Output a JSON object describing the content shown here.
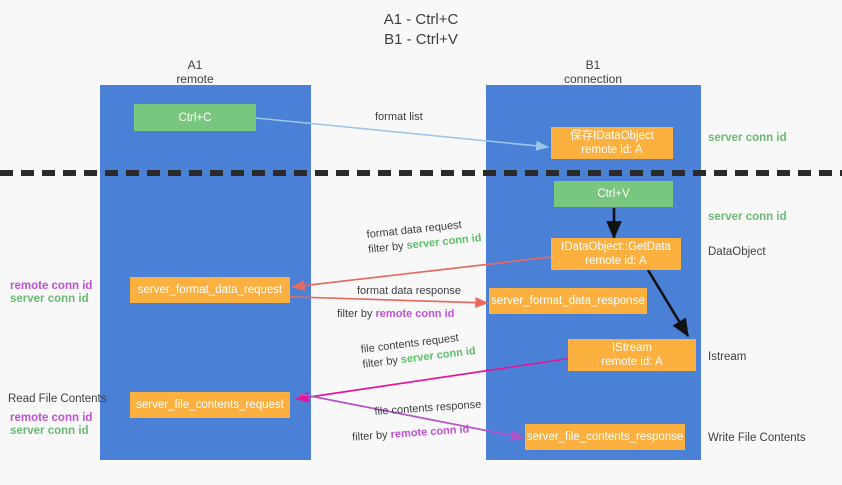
{
  "diagram": {
    "title": "A1 - Ctrl+C\nB1 - Ctrl+V",
    "colors": {
      "lane": "#4a80d6",
      "node_green": "#79c67f",
      "node_orange": "#fbb040",
      "server_conn_id": "#5bbf6a",
      "remote_conn_id": "#c050d8",
      "arrow_blue": "#9cc6ea",
      "arrow_red": "#e8695e",
      "arrow_magenta": "#e2179b",
      "arrow_purple": "#b452c8",
      "arrow_black": "#111111",
      "divider": "#2b2b2b"
    },
    "columns": [
      {
        "name": "col-a1",
        "label": "A1\nremote"
      },
      {
        "name": "col-b1",
        "label": "B1\nconnection"
      }
    ],
    "nodes": [
      {
        "name": "node-ctrl-c",
        "label": "Ctrl+C"
      },
      {
        "name": "node-idataobject-remote",
        "label": "保存IDataObject\nremote id: A"
      },
      {
        "name": "node-ctrl-v",
        "label": "Ctrl+V"
      },
      {
        "name": "node-idataobject-getdata",
        "label": "IDataObject::GetData\nremote id: A"
      },
      {
        "name": "node-server-format-data-request",
        "label": "server_format_data_request"
      },
      {
        "name": "node-server-format-data-response",
        "label": "server_format_data_response"
      },
      {
        "name": "node-istream-remote",
        "label": "IStream\nremote id: A"
      },
      {
        "name": "node-server-file-contents-request",
        "label": "server_file_contents_request"
      },
      {
        "name": "node-server-file-contents-response",
        "label": "server_file_contents_response"
      }
    ],
    "right_labels": [
      {
        "name": "right-label-server-conn-id-1",
        "label": "server conn id"
      },
      {
        "name": "right-label-server-conn-id-2",
        "label": "server conn id"
      },
      {
        "name": "right-label-dataobject",
        "label": "DataObject"
      },
      {
        "name": "right-label-istream",
        "label": "Istream"
      },
      {
        "name": "right-label-write-file",
        "label": "Write File Contents"
      }
    ],
    "left_labels": [
      {
        "name": "left-label-remote-conn-id-1",
        "label": "remote conn id"
      },
      {
        "name": "left-label-server-conn-id-1",
        "label": "server conn id"
      },
      {
        "name": "left-label-read-file",
        "label": "Read File Contents"
      },
      {
        "name": "left-label-remote-conn-id-2",
        "label": "remote conn id"
      },
      {
        "name": "left-label-server-conn-id-2",
        "label": "server conn id"
      }
    ],
    "edges": [
      {
        "name": "edge-format-list",
        "label": "format list",
        "filter_prefix": "",
        "filter_value": ""
      },
      {
        "name": "edge-format-data-request",
        "label": "format data request",
        "filter_prefix": "filter by ",
        "filter_value": "server conn id"
      },
      {
        "name": "edge-format-data-response",
        "label": "format data response",
        "filter_prefix": "filter by ",
        "filter_value": "remote conn id"
      },
      {
        "name": "edge-file-contents-request",
        "label": "file contents request",
        "filter_prefix": "filter by ",
        "filter_value": "server conn id"
      },
      {
        "name": "edge-file-contents-response",
        "label": "file contents response",
        "filter_prefix": "filter by ",
        "filter_value": "remote conn id"
      }
    ]
  }
}
